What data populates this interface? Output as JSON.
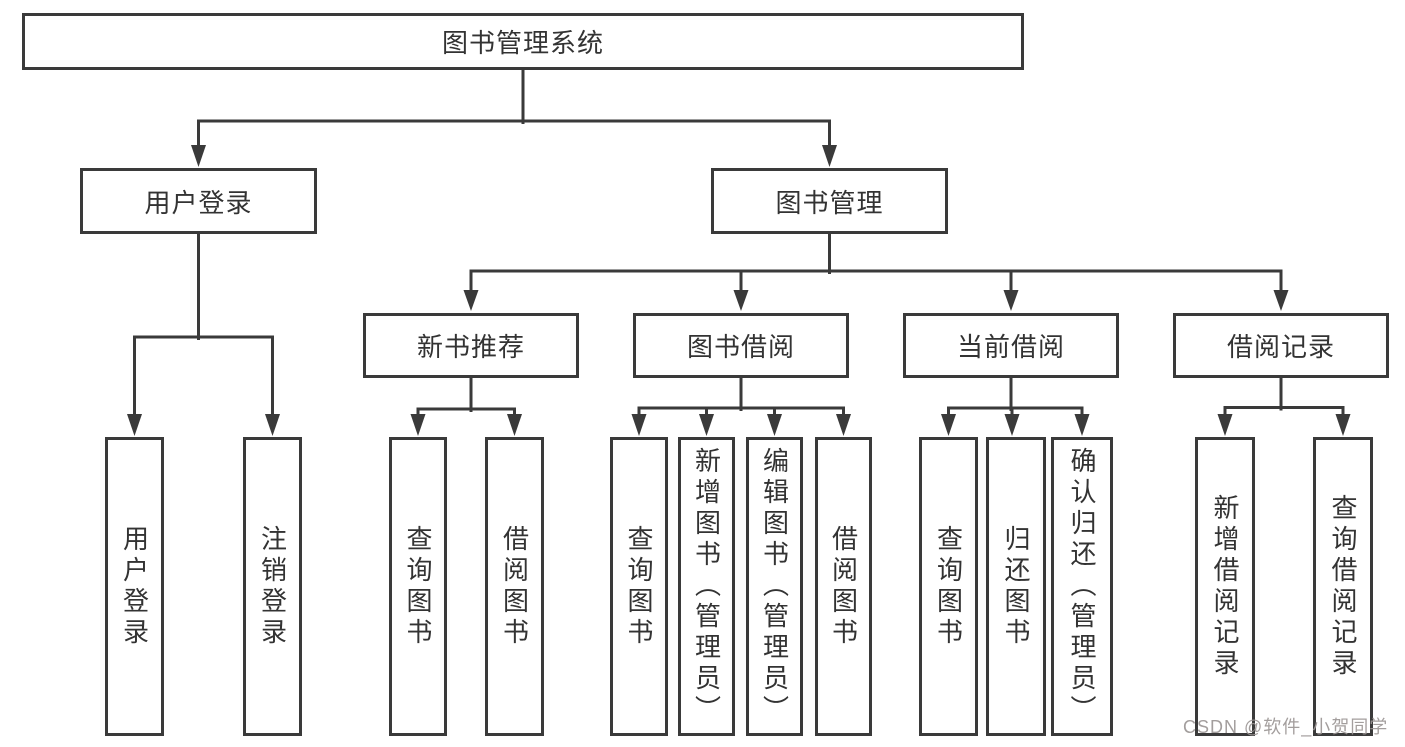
{
  "diagram": {
    "root": {
      "label": "图书管理系统"
    },
    "branches": [
      {
        "label": "用户登录",
        "children": [
          {
            "label": "用户登录"
          },
          {
            "label": "注销登录"
          }
        ]
      },
      {
        "label": "图书管理",
        "children": [
          {
            "label": "新书推荐",
            "children": [
              {
                "label": "查询图书"
              },
              {
                "label": "借阅图书"
              }
            ]
          },
          {
            "label": "图书借阅",
            "children": [
              {
                "label": "查询图书"
              },
              {
                "label": "新增图书（管理员）"
              },
              {
                "label": "编辑图书（管理员）"
              },
              {
                "label": "借阅图书"
              }
            ]
          },
          {
            "label": "当前借阅",
            "children": [
              {
                "label": "查询图书"
              },
              {
                "label": "归还图书"
              },
              {
                "label": "确认归还（管理员）"
              }
            ]
          },
          {
            "label": "借阅记录",
            "children": [
              {
                "label": "新增借阅记录"
              },
              {
                "label": "查询借阅记录"
              }
            ]
          }
        ]
      }
    ]
  },
  "watermark": {
    "text": "CSDN @软件_小贺同学"
  },
  "colors": {
    "line": "#3a3a3a",
    "text": "#333333",
    "box_background": "#ffffff",
    "watermark": "#9c9695"
  }
}
